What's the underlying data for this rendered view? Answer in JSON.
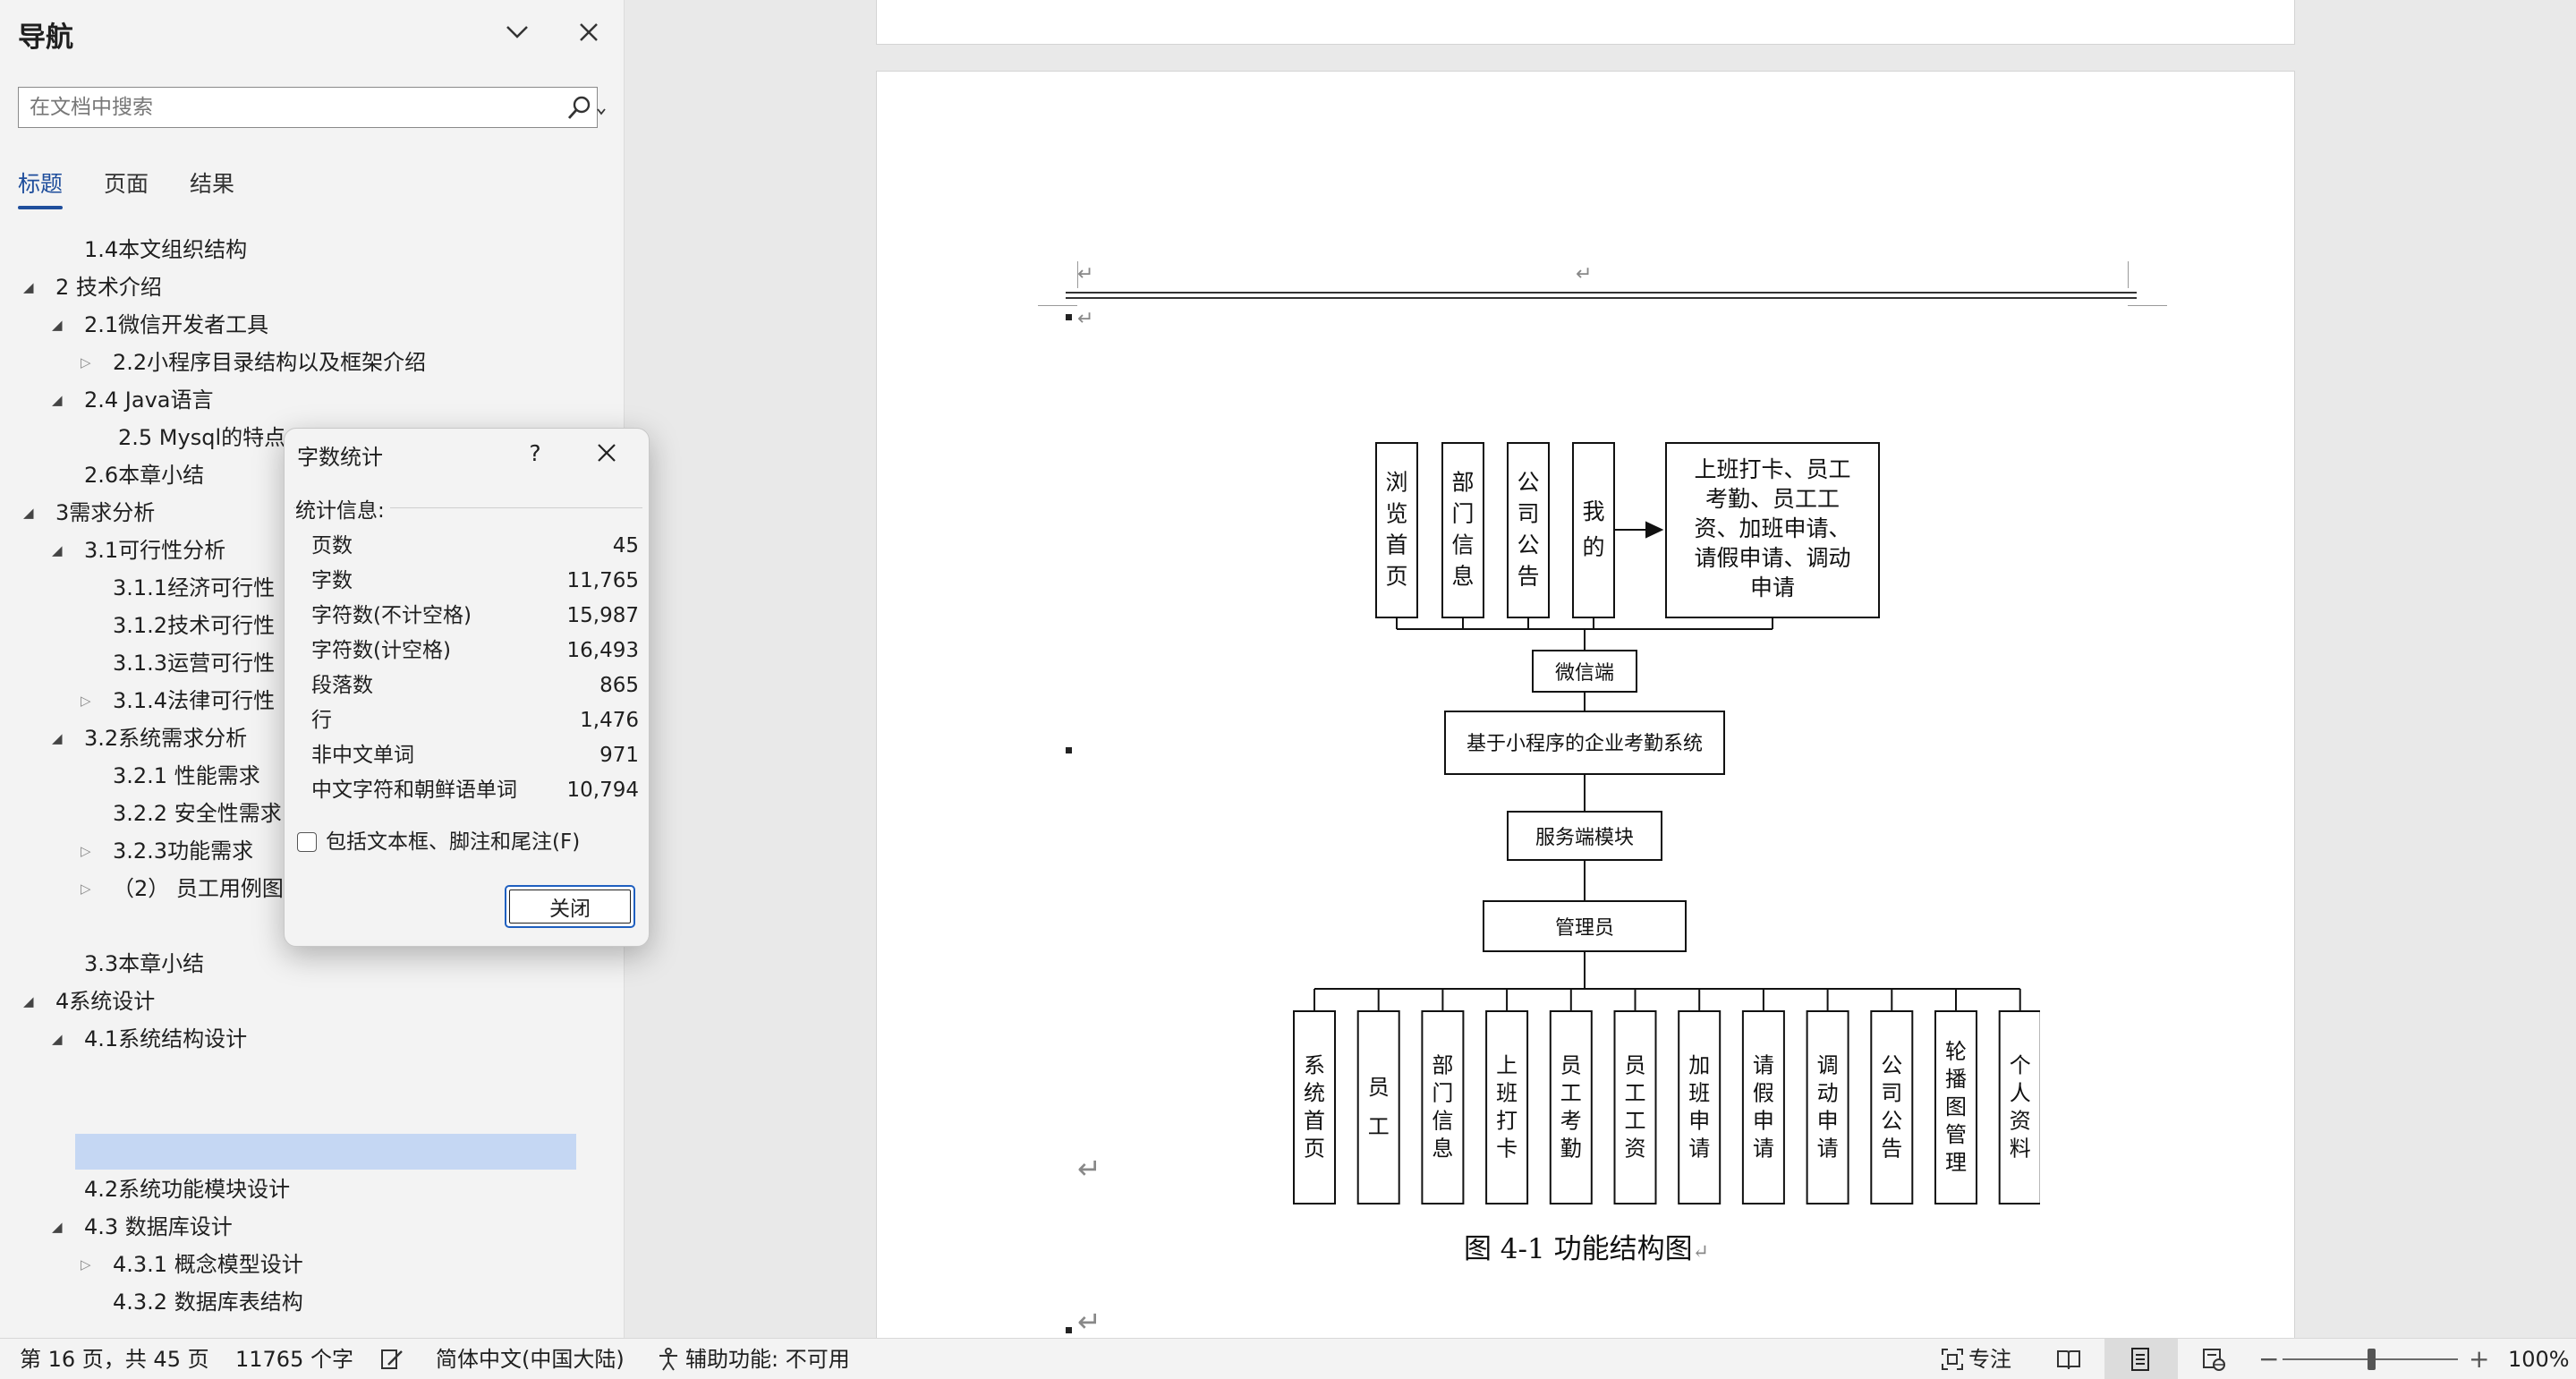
{
  "navigation": {
    "title": "导航",
    "search_placeholder": "在文档中搜索",
    "tabs": [
      "标题",
      "页面",
      "结果"
    ],
    "tree": [
      {
        "label": "1.4本文组织结构",
        "state": "none"
      },
      {
        "label": "2 技术介绍",
        "state": "open"
      },
      {
        "label": "2.1微信开发者工具",
        "state": "open"
      },
      {
        "label": "2.2小程序目录结构以及框架介绍",
        "state": "closed"
      },
      {
        "label": "2.4 Java语言",
        "state": "open"
      },
      {
        "label": "2.5 Mysql的特点",
        "state": "none"
      },
      {
        "label": "2.6本章小结",
        "state": "none"
      },
      {
        "label": "3需求分析",
        "state": "open"
      },
      {
        "label": "3.1可行性分析",
        "state": "open"
      },
      {
        "label": "3.1.1经济可行性",
        "state": "none"
      },
      {
        "label": "3.1.2技术可行性",
        "state": "none"
      },
      {
        "label": "3.1.3运营可行性",
        "state": "none"
      },
      {
        "label": "3.1.4法律可行性",
        "state": "closed"
      },
      {
        "label": "3.2系统需求分析",
        "state": "open"
      },
      {
        "label": "3.2.1 性能需求",
        "state": "none"
      },
      {
        "label": "3.2.2 安全性需求",
        "state": "none"
      },
      {
        "label": "3.2.3功能需求",
        "state": "closed"
      },
      {
        "label": "（2） 员工用例图",
        "state": "closed"
      },
      {
        "label": "3.3本章小结",
        "state": "none"
      },
      {
        "label": "4系统设计",
        "state": "open"
      },
      {
        "label": "4.1系统结构设计",
        "state": "open"
      },
      {
        "label": "4.2系统功能模块设计",
        "state": "none"
      },
      {
        "label": "4.3 数据库设计",
        "state": "open"
      },
      {
        "label": "4.3.1 概念模型设计",
        "state": "closed"
      },
      {
        "label": "4.3.2 数据库表结构",
        "state": "none"
      }
    ]
  },
  "dialog": {
    "title": "字数统计",
    "help": "?",
    "section": "统计信息:",
    "stats": [
      {
        "label": "页数",
        "value": "45"
      },
      {
        "label": "字数",
        "value": "11,765"
      },
      {
        "label": "字符数(不计空格)",
        "value": "15,987"
      },
      {
        "label": "字符数(计空格)",
        "value": "16,493"
      },
      {
        "label": "段落数",
        "value": "865"
      },
      {
        "label": "行",
        "value": "1,476"
      },
      {
        "label": "非中文单词",
        "value": "971"
      },
      {
        "label": "中文字符和朝鲜语单词",
        "value": "10,794"
      }
    ],
    "checkbox_label": "包括文本框、脚注和尾注(F)",
    "checkbox_checked": false,
    "close_button": "关闭"
  },
  "document": {
    "diagram": {
      "wechat_items": [
        "浏览首页",
        "部门信息",
        "公司公告",
        "我的"
      ],
      "my_detail": [
        "上班打卡、员工",
        "考勤、员工工",
        "资、加班申请、",
        "请假申请、调动",
        "申请"
      ],
      "wechat_node": "微信端",
      "system_node": "基于小程序的企业考勤系统",
      "server_node": "服务端模块",
      "admin_node": "管理员",
      "admin_items": [
        "系统首页",
        "员工",
        "部门信息",
        "上班打卡",
        "员工考勤",
        "员工工资",
        "加班申请",
        "请假申请",
        "调动申请",
        "公司公告",
        "轮播图管理",
        "个人资料"
      ]
    },
    "caption": "图 4-1 功能结构图"
  },
  "status_bar": {
    "page_info": "第 16 页，共 45 页",
    "word_count": "11765 个字",
    "language": "简体中文(中国大陆)",
    "accessibility": "辅助功能: 不可用",
    "focus": "专注",
    "zoom": "100%",
    "zoom_level_percent": 100
  }
}
